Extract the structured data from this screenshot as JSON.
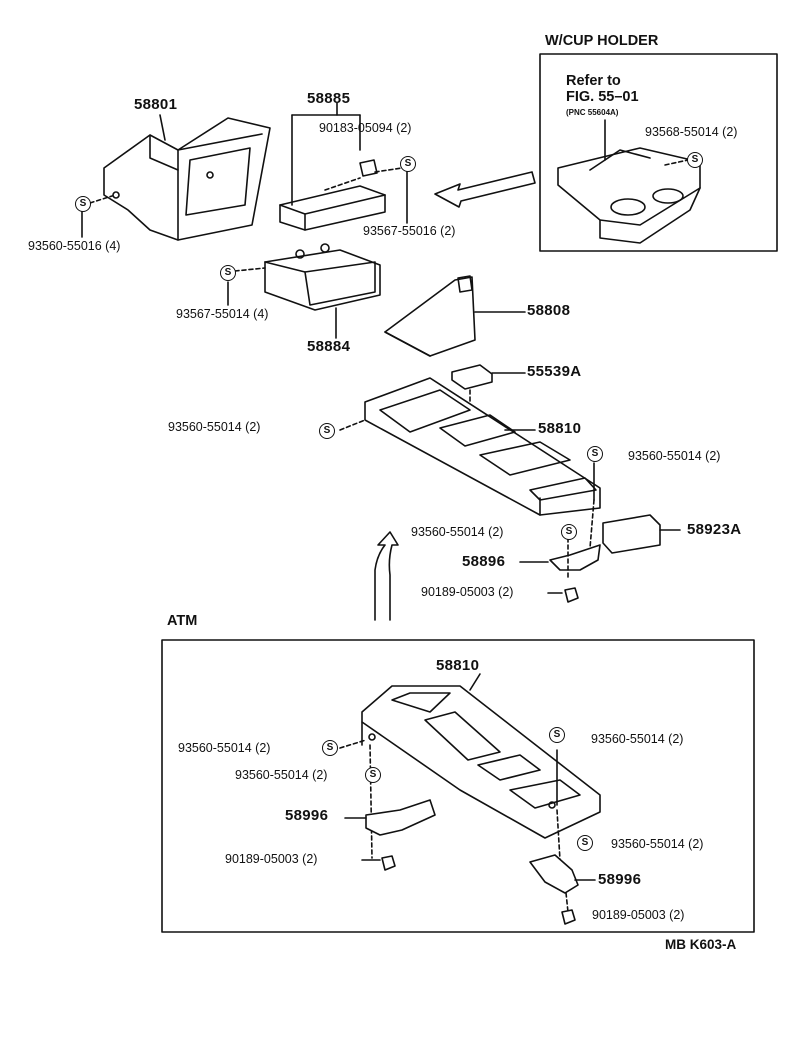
{
  "diagram_code": "MB K603-A",
  "cup_holder_section": {
    "title": "W/CUP HOLDER",
    "refer_to": "Refer to",
    "fig": "FIG. 55–01",
    "pnc": "(PNC 55604A)",
    "part": "93568-55014 (2)"
  },
  "atm_section": {
    "title": "ATM",
    "parts": {
      "console": "58810",
      "screw_left_1": "93560-55014 (2)",
      "screw_left_2": "93560-55014 (2)",
      "screw_right_1": "93560-55014 (2)",
      "screw_right_2": "93560-55014 (2)",
      "bracket_left": "58996",
      "bracket_right": "58996",
      "nut_left": "90189-05003 (2)",
      "nut_right": "90189-05003 (2)"
    }
  },
  "parts": {
    "p58801": "58801",
    "p58885": "58885",
    "p90183": "90183-05094 (2)",
    "p93567_16": "93567-55016 (2)",
    "p93560_16": "93560-55016 (4)",
    "p93567_14": "93567-55014 (4)",
    "p58884": "58884",
    "p58808": "58808",
    "p55539A": "55539A",
    "p58810": "58810",
    "p93560_left": "93560-55014 (2)",
    "p93560_right": "93560-55014 (2)",
    "p93560_mid": "93560-55014 (2)",
    "p58896": "58896",
    "p58923A": "58923A",
    "p90189": "90189-05003 (2)"
  },
  "screw_symbol": "S"
}
